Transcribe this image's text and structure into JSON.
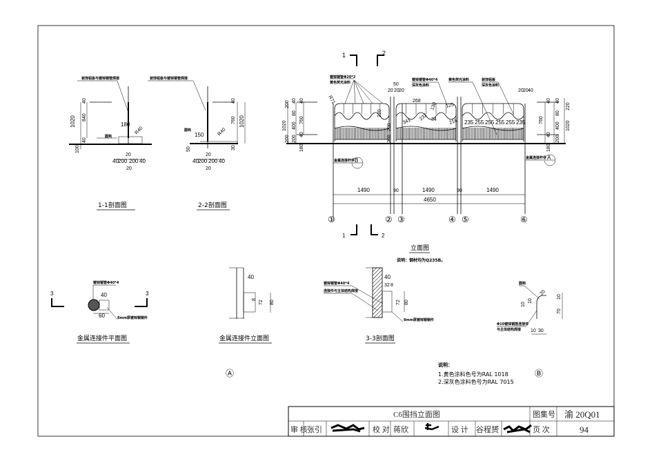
{
  "title_block": {
    "drawing_title": "C6围挡立面图",
    "atlas_label": "图集号",
    "atlas_number": "渝 20Q01",
    "review_label": "审 核",
    "reviewer": "张引",
    "check_label": "校 对",
    "checker": "蒋欣",
    "design_label": "设 计",
    "designer": "谷程赟",
    "page_label": "页 次",
    "page_number": "94"
  },
  "section_1_1": {
    "title": "1-1剖面图",
    "note": "装饰铝板与镀锌钢管焊接",
    "dims": [
      "40",
      "1020",
      "840",
      "40",
      "100",
      "180",
      "R40",
      "圆钩",
      "20",
      "40",
      "200",
      "200",
      "40",
      "20"
    ]
  },
  "section_2_2": {
    "title": "2-2剖面图",
    "note": "装饰铝板与镀锌钢管焊接",
    "dims": [
      "40",
      "760",
      "1020",
      "圆钩",
      "150",
      "50",
      "R40",
      "30",
      "20",
      "40",
      "200",
      "200",
      "40",
      "20"
    ]
  },
  "elevation": {
    "title": "立面图",
    "note": "说明：钢材均为Q235B。",
    "section_marks": [
      "1",
      "2",
      "1",
      "2"
    ],
    "label_pipe20": "镀锌钢管Φ20*2",
    "label_yellow": "黄色荧光涂料",
    "label_pipe40": "镀锌钢管Φ40*4",
    "label_gray": "深灰色涂料",
    "label_yellow2": "黄色荧光涂料",
    "label_plate": "装饰铝板",
    "label_gray2": "深灰色涂料",
    "label_link": "金属连接杆件",
    "detail_b": "B",
    "detail_a": "A",
    "left_dims": [
      "200",
      "40",
      "40",
      "80",
      "760",
      "1020",
      "400",
      "40",
      "200",
      "200",
      "180"
    ],
    "right_dims": [
      "220",
      "40",
      "40",
      "80",
      "760",
      "400",
      "1020",
      "40",
      "200",
      "180"
    ],
    "top_dims": [
      "50",
      "20",
      "20",
      "20",
      "20",
      "20",
      "40",
      "R71",
      "220",
      "268",
      "130",
      "125",
      "341",
      "232",
      "34",
      "218",
      "200",
      "200"
    ],
    "spacing": [
      "235",
      "255",
      "255",
      "255",
      "255",
      "235"
    ],
    "spans": [
      "1490",
      "90",
      "1490",
      "90",
      "1490"
    ],
    "total": "4650",
    "axes": [
      "①",
      "②",
      "③",
      "④",
      "⑤",
      "⑥"
    ]
  },
  "connector_plan": {
    "title": "金属连接件平面图",
    "mark": "3",
    "pipe_label": "镀锌钢管Φ40*4",
    "plate_label": "8mm厚镀锌钢钢件",
    "dims": [
      "40",
      "60"
    ]
  },
  "connector_elev": {
    "title": "金属连接件立面图",
    "dims": [
      "40",
      "8",
      "72",
      "80"
    ],
    "detail": "Ⓐ"
  },
  "section_3_3": {
    "title": "3-3剖面图",
    "pipe_label": "镀锌钢管Φ40*4",
    "weld_label": "连接件与主体结构焊接",
    "plate_label": "8mm厚镀锌钢钢件",
    "dims": [
      "40",
      "32",
      "8",
      "72",
      "80"
    ]
  },
  "detail_b": {
    "hook_label": "圆钩",
    "rod_label": "Φ10镀锌钢筋连接件",
    "rod_label2": "与主体结构焊接",
    "dims": [
      "20",
      "10",
      "10",
      "10",
      "70",
      "10",
      "30"
    ],
    "detail": "Ⓑ"
  },
  "notes": {
    "heading": "说明：",
    "items": [
      "1.黄色涂料色号为RAL 1018",
      "2.深灰色涂料色号为RAL 7015"
    ]
  }
}
